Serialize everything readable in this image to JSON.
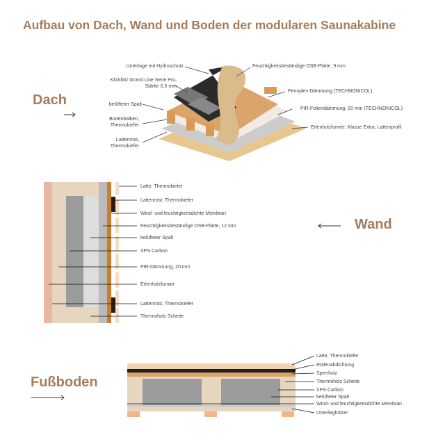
{
  "title": "Aufbau von Dach, Wand und Boden der modularen Saunakabine",
  "sections": {
    "roof": "Dach",
    "wall": "Wand",
    "floor": "Fußboden"
  },
  "roof_labels": {
    "l1": "Unterlage mit Hydroschutz",
    "l2a": "Klickfalz Grand Line Serie Pro,",
    "l2b": "Stärke 0,5 mm",
    "l3": "belüfteter Spalt",
    "l4a": "Bodenbalken,",
    "l4b": "Thermokiefer",
    "l5a": "Lattenrost,",
    "l5b": "Thermokiefer",
    "r1": "Feuchtigkeitsbeständige OSB-Platte, 9 mm",
    "r2": "Penoplex-Dämmung (TECHNONICOL)",
    "r3": "PIR-Foliendämmung, 20 mm (TECHNONICOL)",
    "r4": "Erlenholzfurnier, Klasse Extra, Lattenprofil"
  },
  "wall_labels": [
    "Latte, Thermokiefer",
    "Lattenrost, Thermokiefer",
    "Wind- und feuchtigkeitsdichte Membran",
    "Feuchtigkeitsbeständige OSB-Platte, 12 mm",
    "belüfteter Spalt",
    "XPS Carbon",
    "PIR-Dämmung, 20 mm",
    "Erlenholzfurnier",
    "Lattenrost, Thermokiefer",
    "Thermoholz Scheite"
  ],
  "floor_labels": [
    "Latte, Thermokiefer",
    "Rollenabdichtung",
    "Sperrholz",
    "Thermoholz Scheite",
    "XPS Carbon",
    "belüfteter Spalt",
    "Wind- und feuchtigkeitsdichte Membran",
    "Unterleghölzer"
  ]
}
